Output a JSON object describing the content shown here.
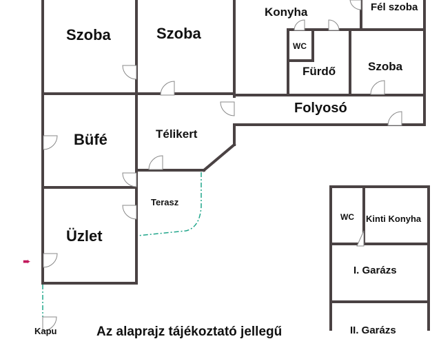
{
  "rooms": {
    "szoba_1": "Szoba",
    "szoba_2": "Szoba",
    "konyha": "Konyha",
    "fel_szoba": "Fél szoba",
    "wc_1": "WC",
    "furdo": "Fürdő",
    "szoba_3": "Szoba",
    "folyoso": "Folyosó",
    "bufe": "Büfé",
    "telikert": "Télikert",
    "terasz": "Terasz",
    "uzlet": "Üzlet",
    "wc_2": "WC",
    "kinti_konyha": "Kinti Konyha",
    "garazs_1": "I. Garázs",
    "garazs_2": "II. Garázs"
  },
  "footer": {
    "left_label": "Kapu",
    "note": "Az alaprajz tájékoztató jellegű"
  },
  "colors": {
    "wall": "#4a4243",
    "dashed_boundary": "#1fa58a",
    "entrance_arrow": "#c2185b",
    "door_leaf": "#888888"
  },
  "icons": {
    "entrance": "entrance-arrow-icon",
    "door": "door-swing-icon"
  }
}
